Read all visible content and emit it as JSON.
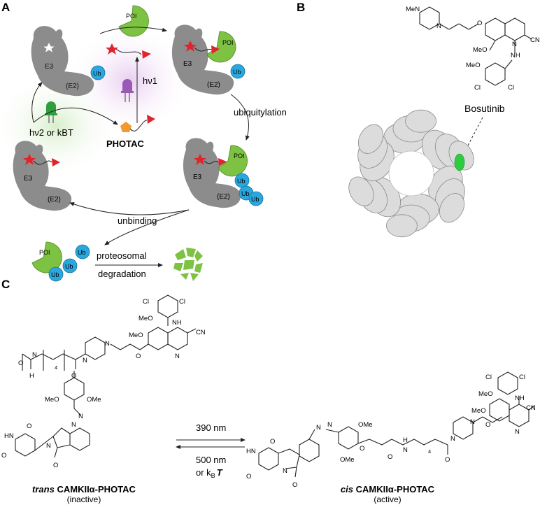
{
  "panel_labels": [
    "A",
    "B",
    "C"
  ],
  "panel_a": {
    "poi": "POI",
    "e3": "E3",
    "e2": "(E2)",
    "ub": "Ub",
    "hv1": "hν1",
    "hv2": "hν2 or kBT",
    "photac": "PHOTAC",
    "ubiquitylation": "ubiquitylation",
    "unbinding": "unbinding",
    "proteosomal": "proteosomal",
    "degradation": "degradation",
    "colors": {
      "protein": "#8c8c8c",
      "poi": "#7dc242",
      "ub": "#29a8e0",
      "star": "#e0242b",
      "ligand": "#f29a2e",
      "led_violet": "#9b59b6",
      "led_green": "#2e9e3e"
    }
  },
  "panel_b": {
    "bosutinib": "Bosutinib",
    "structure_labels": {
      "mep": "MeN",
      "ometh": "MeO",
      "n": "N",
      "cn": "CN",
      "nh": "NH",
      "cl1": "Cl",
      "cl2": "Cl",
      "o": "O"
    }
  },
  "panel_c": {
    "arrow_top": "390 nm",
    "arrow_bottom1": "500 nm",
    "arrow_bottom2": "or k",
    "arrow_bottom_sub": "B",
    "arrow_bottom_T": "T",
    "trans_name_italic": "trans",
    "trans_name": "CAMKIIα-PHOTAC",
    "trans_state": "(inactive)",
    "cis_name_italic": "cis",
    "cis_name": "CAMKIIα-PHOTAC",
    "cis_state": "(active)",
    "atoms": {
      "cl": "Cl",
      "meo": "MeO",
      "nh": "NH",
      "n": "N",
      "cn": "CN",
      "o": "O",
      "h": "H",
      "hn": "HN",
      "sub4": "4",
      "ome": "OMe"
    }
  }
}
